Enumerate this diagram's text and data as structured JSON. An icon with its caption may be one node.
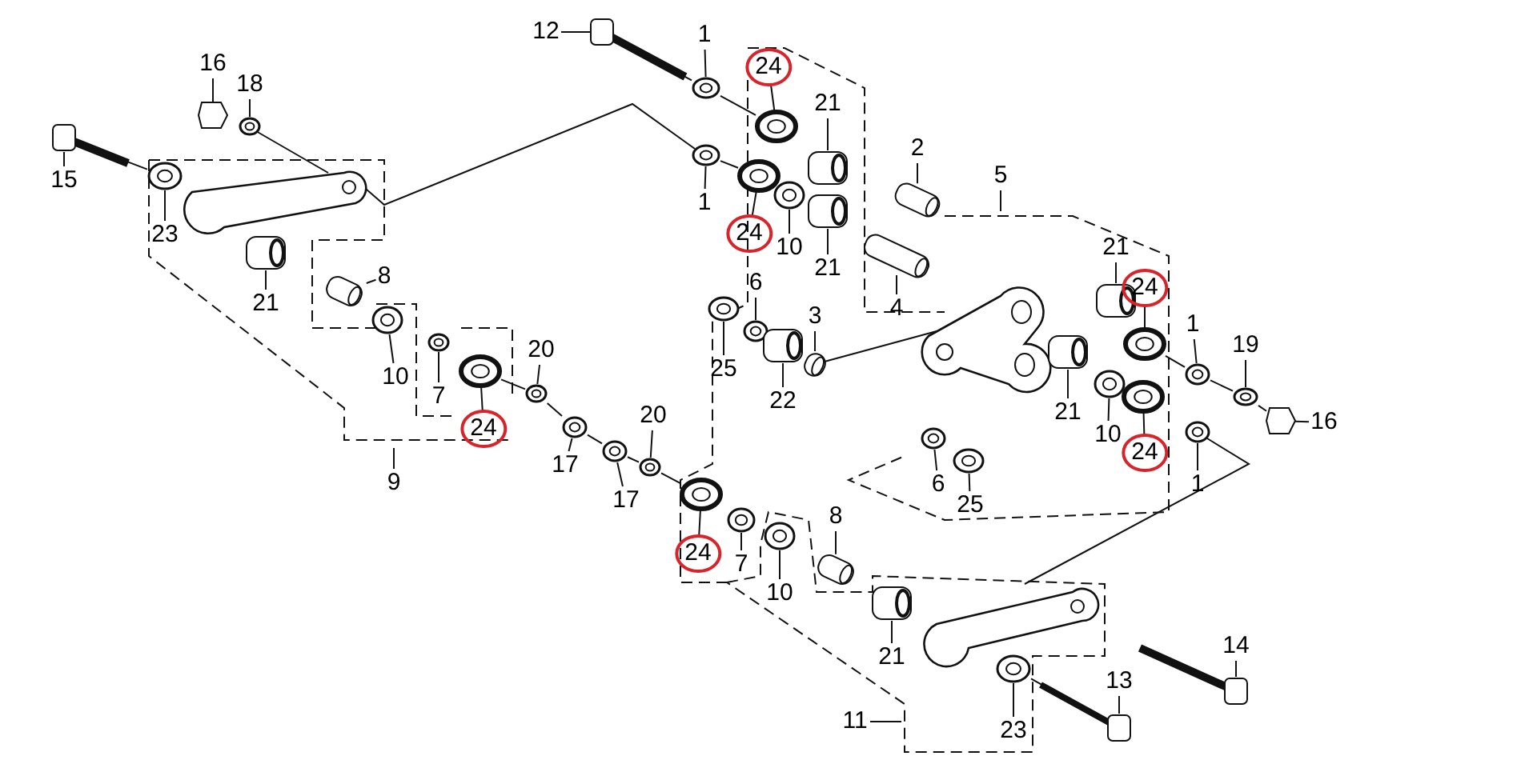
{
  "diagram": {
    "nodes": [
      {
        "text": [
          "12"
        ]
      },
      {
        "text": [
          "1"
        ]
      },
      {
        "text": [],
        "shape": "circle"
      },
      {
        "text": [
          "24"
        ],
        "in": 2
      },
      {
        "text": [
          "16"
        ]
      },
      {
        "text": [
          "18"
        ]
      },
      {
        "text": [
          "15"
        ]
      },
      {
        "text": [
          "21"
        ]
      },
      {
        "text": [
          "2"
        ]
      },
      {
        "text": [
          "1"
        ]
      },
      {
        "text": [
          "23"
        ]
      },
      {
        "text": [
          "5"
        ]
      },
      {
        "text": [],
        "shape": "circle"
      },
      {
        "text": [
          "24"
        ],
        "in": 12
      },
      {
        "text": [
          "10"
        ]
      },
      {
        "text": [
          "21"
        ]
      },
      {
        "text": [
          "21"
        ]
      },
      {
        "text": [
          "8"
        ]
      },
      {
        "text": [
          "21"
        ]
      },
      {
        "text": [],
        "shape": "circle"
      },
      {
        "text": [
          "24"
        ],
        "in": 19
      },
      {
        "text": [
          "4"
        ]
      },
      {
        "text": [
          "6"
        ]
      },
      {
        "text": [
          "3"
        ]
      },
      {
        "text": [
          "25"
        ]
      },
      {
        "text": [
          "22"
        ]
      },
      {
        "text": [
          "10"
        ]
      },
      {
        "text": [
          "7"
        ]
      },
      {
        "text": [
          "20"
        ]
      },
      {
        "text": [
          "1"
        ]
      },
      {
        "text": [
          "19"
        ]
      },
      {
        "text": [],
        "shape": "circle"
      },
      {
        "text": [
          "24"
        ],
        "in": 31
      },
      {
        "text": [
          "17"
        ]
      },
      {
        "text": [
          "16"
        ]
      },
      {
        "text": [
          "21"
        ]
      },
      {
        "text": [
          "10"
        ]
      },
      {
        "text": [],
        "shape": "circle"
      },
      {
        "text": [
          "24"
        ],
        "in": 37
      },
      {
        "text": [
          "1"
        ]
      },
      {
        "text": [
          "20"
        ]
      },
      {
        "text": [
          "17"
        ]
      },
      {
        "text": [
          "6"
        ]
      },
      {
        "text": [
          "25"
        ]
      },
      {
        "text": [
          "9"
        ]
      },
      {
        "text": [],
        "shape": "circle"
      },
      {
        "text": [
          "24"
        ],
        "in": 45
      },
      {
        "text": [
          "7"
        ]
      },
      {
        "text": [
          "8"
        ]
      },
      {
        "text": [
          "10"
        ]
      },
      {
        "text": [
          "21"
        ]
      },
      {
        "text": [
          "14"
        ]
      },
      {
        "text": [
          "13"
        ]
      },
      {
        "text": [
          "11"
        ]
      },
      {
        "text": [
          "23"
        ]
      },
      {
        "text": [],
        "shape": "bolt"
      },
      {
        "text": [],
        "shape": "ring"
      },
      {
        "text": [],
        "shape": "ring"
      },
      {
        "text": [],
        "shape": "nut"
      },
      {
        "text": [],
        "shape": "ring"
      },
      {
        "text": [],
        "shape": "bolt"
      },
      {
        "text": [],
        "shape": "bearing"
      },
      {
        "text": [],
        "shape": "bushing"
      },
      {
        "text": [],
        "shape": "ring"
      },
      {
        "text": [],
        "shape": "ring"
      },
      {
        "text": [],
        "shape": "ring"
      },
      {
        "text": [],
        "shape": "ring"
      },
      {
        "text": [],
        "shape": "bearing"
      },
      {
        "text": [],
        "shape": "bearing"
      },
      {
        "text": [],
        "shape": "bushing"
      },
      {
        "text": [],
        "shape": "bearing"
      },
      {
        "text": [],
        "shape": "ring"
      },
      {
        "text": [],
        "shape": "bushing"
      },
      {
        "text": [],
        "shape": "ring"
      },
      {
        "text": [],
        "shape": "bushing"
      },
      {
        "text": [],
        "shape": "ring"
      },
      {
        "text": [],
        "shape": "bearing"
      },
      {
        "text": [],
        "shape": "ring"
      },
      {
        "text": [],
        "shape": "ring"
      },
      {
        "text": [],
        "shape": "ring"
      },
      {
        "text": [],
        "shape": "ring"
      },
      {
        "text": [],
        "shape": "ring"
      },
      {
        "text": [],
        "shape": "ring"
      },
      {
        "text": [],
        "shape": "ring"
      },
      {
        "text": [],
        "shape": "nut"
      },
      {
        "text": [],
        "shape": "bearing"
      },
      {
        "text": [],
        "shape": "ring"
      },
      {
        "text": [],
        "shape": "ring"
      },
      {
        "text": [],
        "shape": "ring"
      },
      {
        "text": [],
        "shape": "ring"
      },
      {
        "text": [],
        "shape": "ring"
      },
      {
        "text": [],
        "shape": "ring"
      },
      {
        "text": [],
        "shape": "ring"
      },
      {
        "text": [],
        "shape": "ring"
      },
      {
        "text": [],
        "shape": "ring"
      },
      {
        "text": [],
        "shape": "bushing"
      },
      {
        "text": [],
        "shape": "ring"
      },
      {
        "text": [],
        "shape": "bearing"
      },
      {
        "text": [],
        "shape": "bolt"
      },
      {
        "text": [],
        "shape": "bolt"
      },
      {
        "text": [],
        "shape": "ring"
      }
    ],
    "edges": [
      {
        "from": 0,
        "to": 55,
        "arrow": "none"
      },
      {
        "from": 1,
        "to": 56,
        "arrow": "none"
      },
      {
        "from": 3,
        "to": 57,
        "arrow": "none"
      },
      {
        "from": 4,
        "to": 58,
        "arrow": "none"
      },
      {
        "from": 5,
        "to": 59,
        "arrow": "none"
      },
      {
        "from": 6,
        "to": 60,
        "arrow": "none"
      },
      {
        "from": 7,
        "to": 61,
        "arrow": "none"
      },
      {
        "from": 8,
        "to": 62,
        "arrow": "none"
      },
      {
        "from": 9,
        "to": 63,
        "arrow": "none"
      },
      {
        "from": 10,
        "to": 64,
        "arrow": "none"
      },
      {
        "from": 11,
        "to": null,
        "arrow": "none"
      },
      {
        "from": 13,
        "to": 65,
        "arrow": "none"
      },
      {
        "from": 14,
        "to": 66,
        "arrow": "none"
      },
      {
        "from": 15,
        "to": 67,
        "arrow": "none"
      },
      {
        "from": 16,
        "to": 68,
        "arrow": "none"
      },
      {
        "from": 17,
        "to": 69,
        "arrow": "none"
      },
      {
        "from": 18,
        "to": 70,
        "arrow": "none"
      },
      {
        "from": 20,
        "to": 71,
        "arrow": "none"
      },
      {
        "from": 21,
        "to": 72,
        "arrow": "none"
      },
      {
        "from": 22,
        "to": 73,
        "arrow": "none"
      },
      {
        "from": 23,
        "to": 74,
        "arrow": "none"
      },
      {
        "from": 24,
        "to": 75,
        "arrow": "none"
      },
      {
        "from": 25,
        "to": 76,
        "arrow": "none"
      },
      {
        "from": 26,
        "to": 77,
        "arrow": "none"
      },
      {
        "from": 27,
        "to": 78,
        "arrow": "none"
      },
      {
        "from": 28,
        "to": 79,
        "arrow": "none"
      },
      {
        "from": 29,
        "to": 80,
        "arrow": "none"
      },
      {
        "from": 30,
        "to": 81,
        "arrow": "none"
      },
      {
        "from": 32,
        "to": 82,
        "arrow": "none"
      },
      {
        "from": 33,
        "to": 83,
        "arrow": "none"
      },
      {
        "from": 34,
        "to": 84,
        "arrow": "none"
      },
      {
        "from": 35,
        "to": 85,
        "arrow": "none"
      },
      {
        "from": 36,
        "to": 86,
        "arrow": "none"
      },
      {
        "from": 38,
        "to": 87,
        "arrow": "none"
      },
      {
        "from": 39,
        "to": 88,
        "arrow": "none"
      },
      {
        "from": 40,
        "to": 89,
        "arrow": "none"
      },
      {
        "from": 41,
        "to": 90,
        "arrow": "none"
      },
      {
        "from": 42,
        "to": 91,
        "arrow": "none"
      },
      {
        "from": 43,
        "to": 92,
        "arrow": "none"
      },
      {
        "from": 44,
        "to": null,
        "arrow": "none"
      },
      {
        "from": 46,
        "to": 93,
        "arrow": "none"
      },
      {
        "from": 47,
        "to": 94,
        "arrow": "none"
      },
      {
        "from": 48,
        "to": 95,
        "arrow": "none"
      },
      {
        "from": 49,
        "to": 96,
        "arrow": "none"
      },
      {
        "from": 50,
        "to": 97,
        "arrow": "none"
      },
      {
        "from": 51,
        "to": 98,
        "arrow": "none"
      },
      {
        "from": 52,
        "to": 99,
        "arrow": "none"
      },
      {
        "from": 53,
        "to": null,
        "arrow": "none"
      },
      {
        "from": 54,
        "to": 100,
        "arrow": "none"
      },
      {
        "from": 55,
        "to": 56,
        "arrow": "none"
      },
      {
        "from": 56,
        "to": 57,
        "arrow": "none"
      },
      {
        "from": 63,
        "to": 65,
        "arrow": "none"
      },
      {
        "from": 60,
        "to": 64,
        "arrow": "none"
      },
      {
        "from": 82,
        "to": 79,
        "arrow": "none"
      },
      {
        "from": 79,
        "to": 83,
        "arrow": "none"
      },
      {
        "from": 83,
        "to": 90,
        "arrow": "none"
      },
      {
        "from": 90,
        "to": 89,
        "arrow": "none"
      },
      {
        "from": 89,
        "to": 93,
        "arrow": "none"
      },
      {
        "from": 71,
        "to": 80,
        "arrow": "none"
      },
      {
        "from": 80,
        "to": 81,
        "arrow": "none"
      },
      {
        "from": 81,
        "to": 84,
        "arrow": "none"
      },
      {
        "from": 100,
        "to": 99,
        "arrow": "none"
      }
    ]
  }
}
